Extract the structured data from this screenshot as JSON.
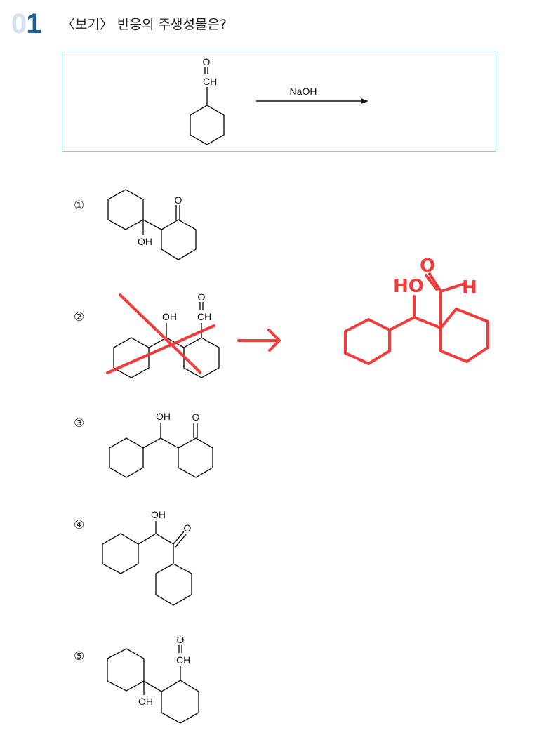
{
  "question": {
    "number_first": "0",
    "number_second": "1",
    "text": "〈보기〉 반응의 주생성물은?"
  },
  "reaction": {
    "reactant_o": "O",
    "reactant_ch": "CH",
    "reagent": "NaOH"
  },
  "options": [
    {
      "marker": "①",
      "labels": {
        "oh": "OH",
        "o": "O"
      }
    },
    {
      "marker": "②",
      "labels": {
        "oh": "OH",
        "o": "O",
        "ch": "CH"
      }
    },
    {
      "marker": "③",
      "labels": {
        "oh": "OH",
        "o": "O"
      }
    },
    {
      "marker": "④",
      "labels": {
        "oh": "OH",
        "o": "O"
      }
    },
    {
      "marker": "⑤",
      "labels": {
        "oh": "OH",
        "o": "O",
        "ch": "CH"
      }
    }
  ],
  "annotation": {
    "color": "#f23a3a",
    "ho": "HO",
    "o": "O",
    "h": "H"
  },
  "colors": {
    "box_border": "#8cc8e8",
    "number_dark": "#1c5f95",
    "number_light": "#d3e0ee"
  }
}
